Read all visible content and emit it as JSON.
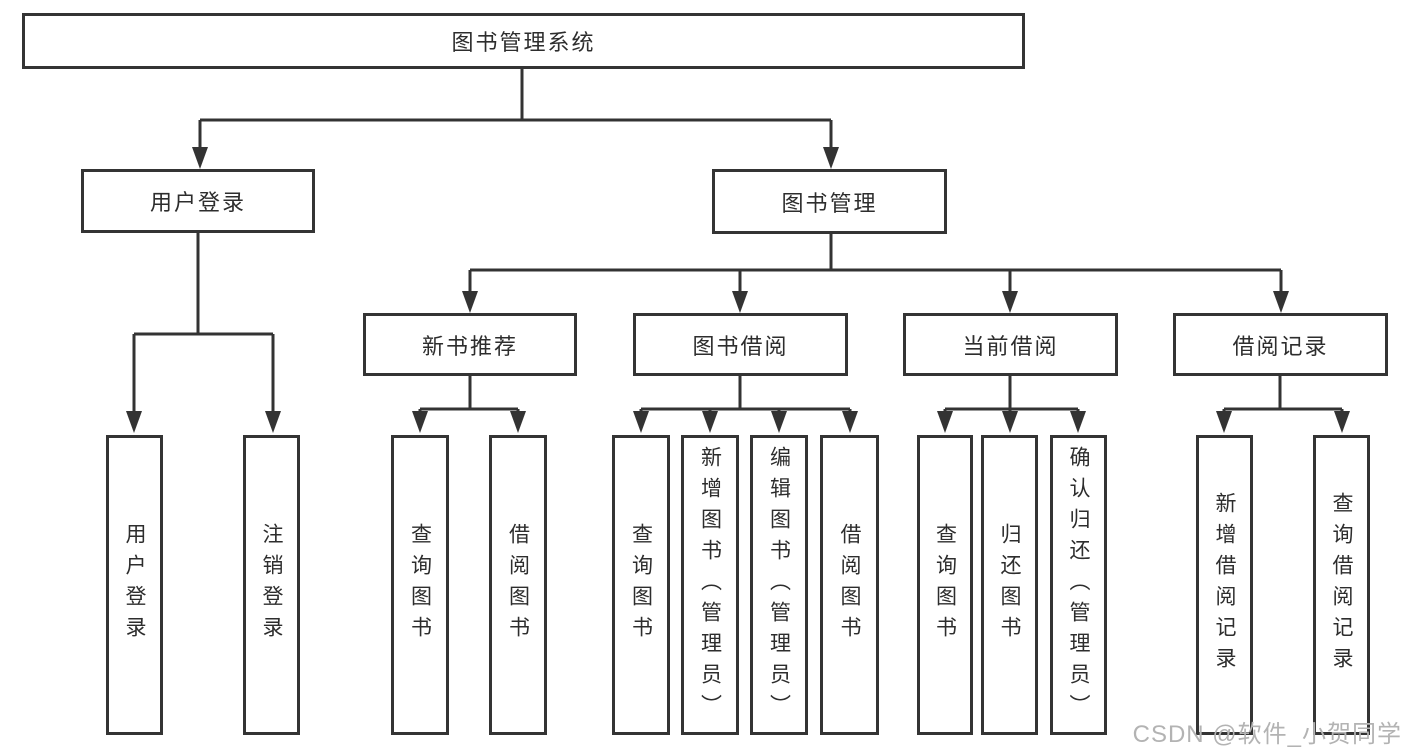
{
  "nodes": {
    "root": "图书管理系统",
    "level2": {
      "user_login": "用户登录",
      "book_mgmt": "图书管理"
    },
    "level3": {
      "new_book_rec": "新书推荐",
      "book_borrow": "图书借阅",
      "current_borrow": "当前借阅",
      "borrow_records": "借阅记录"
    },
    "leaves": {
      "login": "用户登录",
      "logout": "注销登录",
      "nbr_query_books": "查询图书",
      "nbr_borrow_books": "借阅图书",
      "bb_query_books": "查询图书",
      "bb_add_books": "新增图书（管理员）",
      "bb_edit_books": "编辑图书（管理员）",
      "bb_borrow_books": "借阅图书",
      "cb_query_books": "查询图书",
      "cb_return_books": "归还图书",
      "cb_confirm_return": "确认归还（管理员）",
      "br_add_record": "新增借阅记录",
      "br_query_record": "查询借阅记录"
    }
  },
  "watermark": "CSDN @软件_小贺同学",
  "colors": {
    "line": "#333333",
    "box_border": "#343434",
    "box_bg": "#ffffff",
    "text": "#2d2d2d",
    "watermark": "#b3b3b3"
  }
}
